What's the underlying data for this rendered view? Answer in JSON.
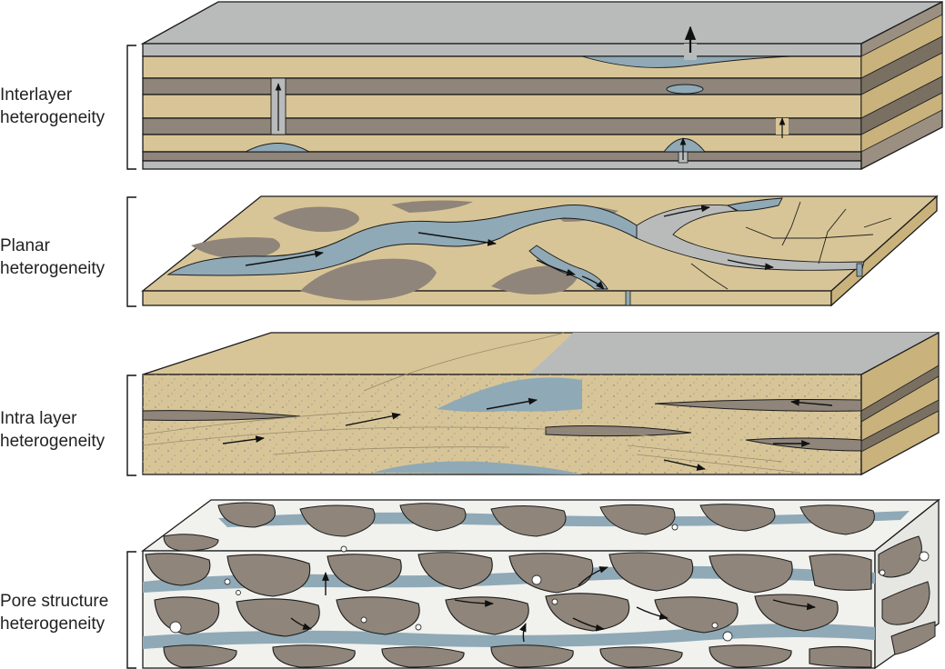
{
  "labels": [
    {
      "line1": "Interlayer",
      "line2": "heterogeneity"
    },
    {
      "line1": "Planar",
      "line2": "heterogeneity"
    },
    {
      "line1": "Intra layer",
      "line2": "heterogeneity"
    },
    {
      "line1": "Pore structure",
      "line2": "heterogeneity"
    }
  ],
  "colors": {
    "sand": "#d8c597",
    "sand_side": "#c9b27c",
    "mudstone": "#8f857a",
    "mudstone_dark": "#6f665c",
    "water": "#8fa9b6",
    "gas_gray": "#b9bbbb",
    "pore_white": "#f1f1ee",
    "outline": "#1b1b1b"
  }
}
